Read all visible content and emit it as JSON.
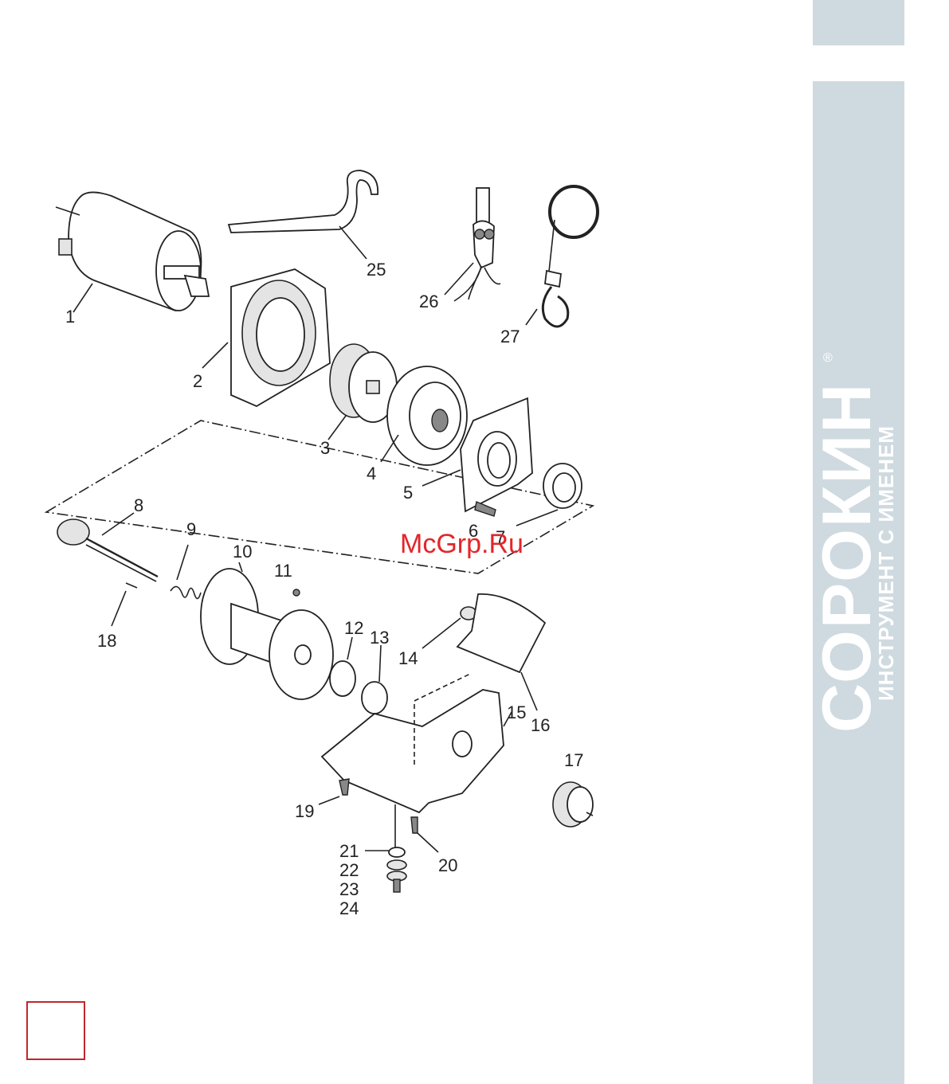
{
  "brand": {
    "name": "СОРОКИН",
    "tagline": "ИНСТРУМЕНТ С ИМЕНЕМ",
    "registered_mark": "®",
    "panel_color": "#cfdae0"
  },
  "watermark": {
    "text": "McGrp.Ru",
    "color": "#e3262a"
  },
  "diagram": {
    "part_labels": [
      "1",
      "2",
      "3",
      "4",
      "5",
      "6",
      "7",
      "8",
      "9",
      "10",
      "11",
      "12",
      "13",
      "14",
      "15",
      "16",
      "17",
      "18",
      "19",
      "20",
      "21",
      "22",
      "23",
      "24",
      "25",
      "26",
      "27"
    ]
  },
  "page_box": {
    "color": "#c0272d"
  }
}
